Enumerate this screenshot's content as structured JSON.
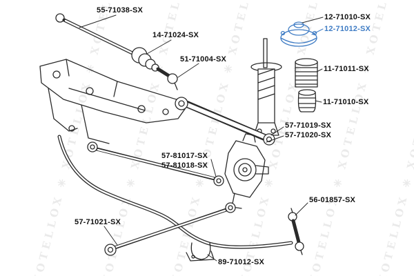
{
  "watermark": {
    "text": "XOTELLOX",
    "separator": "✳"
  },
  "colors": {
    "highlight": "#3f7cc4",
    "line": "#2a2a2a"
  },
  "labels": [
    {
      "part": "55-71038-SX",
      "highlighted": false
    },
    {
      "part": "14-71024-SX",
      "highlighted": false
    },
    {
      "part": "51-71004-SX",
      "highlighted": false
    },
    {
      "part": "12-71010-SX",
      "highlighted": false
    },
    {
      "part": "12-71012-SX",
      "highlighted": true
    },
    {
      "part": "11-71011-SX",
      "highlighted": false
    },
    {
      "part": "11-71010-SX",
      "highlighted": false
    },
    {
      "part": "57-71019-SX",
      "highlighted": false
    },
    {
      "part": "57-71020-SX",
      "highlighted": false
    },
    {
      "part": "57-81017-SX",
      "highlighted": false
    },
    {
      "part": "57-81018-SX",
      "highlighted": false
    },
    {
      "part": "57-71021-SX",
      "highlighted": false
    },
    {
      "part": "56-01857-SX",
      "highlighted": false
    },
    {
      "part": "89-71012-SX",
      "highlighted": false
    }
  ]
}
